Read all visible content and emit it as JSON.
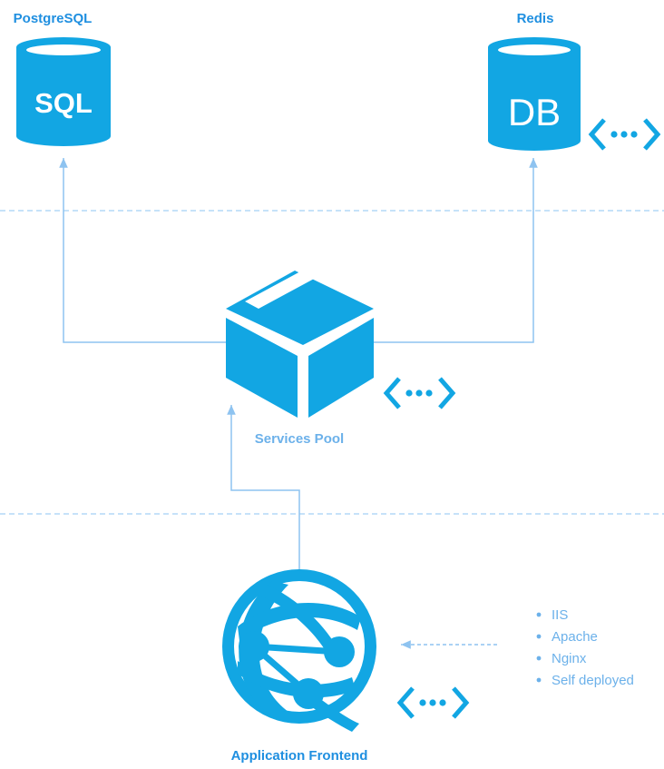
{
  "nodes": {
    "postgresql": {
      "label": "PostgreSQL",
      "icon": "database-sql-icon",
      "icon_text": "SQL"
    },
    "redis": {
      "label": "Redis",
      "icon": "database-icon",
      "icon_text": "DB"
    },
    "services_pool": {
      "label": "Services Pool",
      "icon": "box-icon"
    },
    "app_frontend": {
      "label": "Application Frontend",
      "icon": "globe-network-icon"
    }
  },
  "server_options": [
    "IIS",
    "Apache",
    "Nginx",
    "Self deployed"
  ],
  "colors": {
    "icon_blue": "#12a6e3",
    "line_blue": "#8ec3f0",
    "dashed_blue": "#a3d0f5",
    "title_blue": "#1f8fe0",
    "label_blue": "#6cb1ea"
  }
}
